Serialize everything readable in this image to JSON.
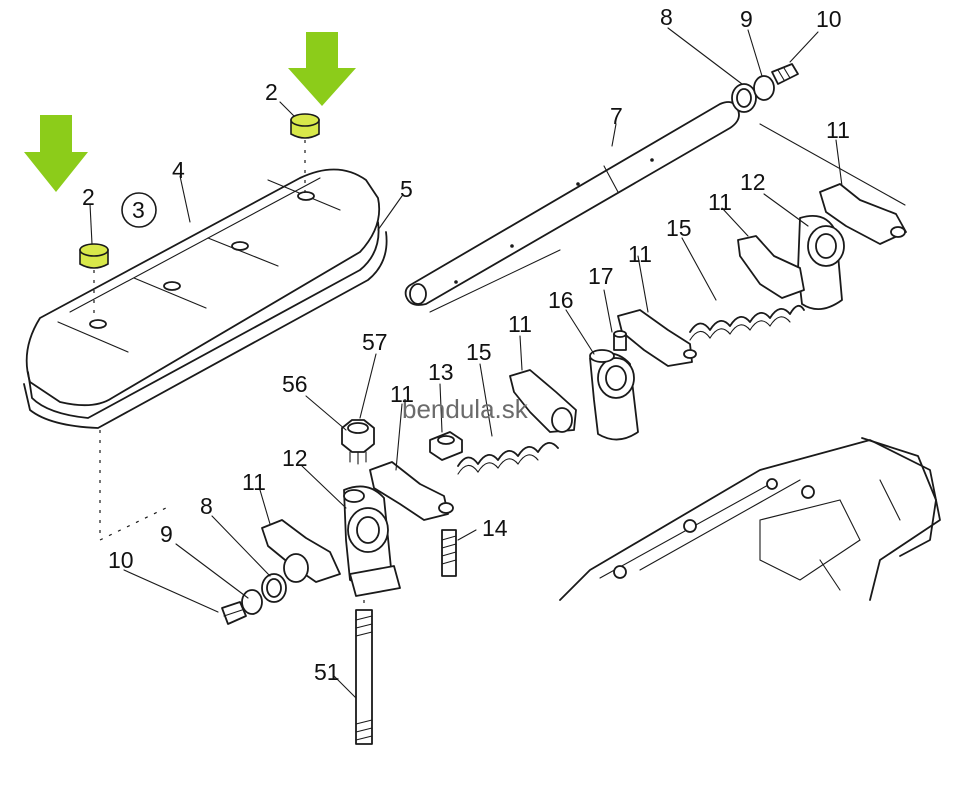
{
  "watermark": "bendula.sk",
  "callouts": {
    "c2a": "2",
    "c2b": "2",
    "c3": "3",
    "c4": "4",
    "c5": "5",
    "c7": "7",
    "c8a": "8",
    "c9a": "9",
    "c10a": "10",
    "c11a": "11",
    "c12a": "12",
    "c11b": "11",
    "c15a": "15",
    "c11c": "11",
    "c16": "16",
    "c17": "17",
    "c11d": "11",
    "c15b": "15",
    "c13": "13",
    "c57": "57",
    "c56": "56",
    "c11e": "11",
    "c12b": "12",
    "c11f": "11",
    "c8b": "8",
    "c9b": "9",
    "c10b": "10",
    "c14": "14",
    "c51": "51"
  },
  "colors": {
    "highlight": "#d8e84a",
    "arrow": "#8ccc1a",
    "line": "#1a1a1a"
  }
}
